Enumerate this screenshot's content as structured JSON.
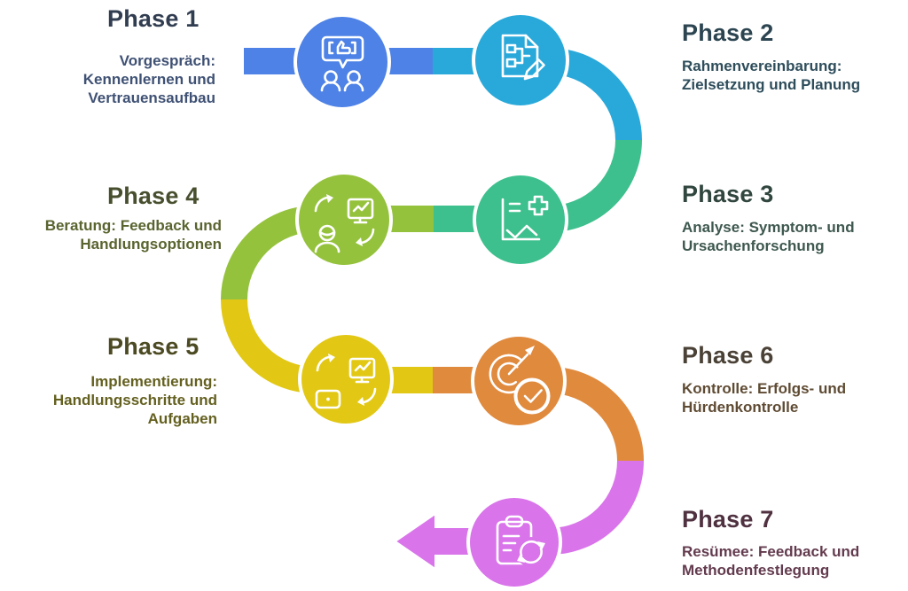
{
  "diagram_title": "7-phase coaching process flow",
  "phases": [
    {
      "label": "Phase 1",
      "description": "Vorgespräch:\nKennenlernen und\nVertrauensaufbau",
      "color": "#4E82E6",
      "heading_color": "#313D50",
      "desc_color": "#3F5174",
      "icon": "conversation-thumbs-up-icon"
    },
    {
      "label": "Phase 2",
      "description": "Rahmenvereinbarung:\nZielsetzung und Planung",
      "color": "#29A9DA",
      "heading_color": "#2C4551",
      "desc_color": "#2E4D5B",
      "icon": "document-plan-pencil-icon"
    },
    {
      "label": "Phase 3",
      "description": "Analyse: Symptom- und\nUrsachenforschung",
      "color": "#3DC08D",
      "heading_color": "#30463E",
      "desc_color": "#3E584F",
      "icon": "analysis-chart-cross-icon"
    },
    {
      "label": "Phase 4",
      "description": "Beratung: Feedback und\nHandlungsoptionen",
      "color": "#95C23D",
      "heading_color": "#474F2E",
      "desc_color": "#59642F",
      "icon": "person-screen-cycle-icon"
    },
    {
      "label": "Phase 5",
      "description": "Implementierung:\nHandlungsschritte und\nAufgaben",
      "color": "#E2C815",
      "heading_color": "#4C4A22",
      "desc_color": "#646020",
      "icon": "devices-sync-icon"
    },
    {
      "label": "Phase 6",
      "description": "Kontrolle: Erfolgs- und\nHürdenkontrolle",
      "color": "#E08A3E",
      "heading_color": "#4B4237",
      "desc_color": "#5F4B33",
      "icon": "target-check-icon"
    },
    {
      "label": "Phase 7",
      "description": "Resümee: Feedback und\nMethodenfestlegung",
      "color": "#D974EA",
      "heading_color": "#4F3140",
      "desc_color": "#633B4E",
      "icon": "clipboard-refresh-icon"
    }
  ]
}
